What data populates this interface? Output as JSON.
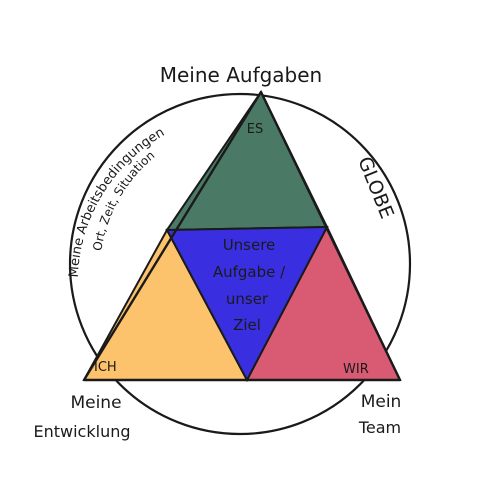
{
  "labels": {
    "top": "Meine Aufgaben",
    "top_corner": "ES",
    "right_arc": "GLOBE",
    "left_arc_line1": "Meine Arbeitsbedingungen",
    "left_arc_line2": "Ort, Zeit, Situation",
    "center_line1": "Unsere",
    "center_line2": "Aufgabe /",
    "center_line3": "unser",
    "center_line4": "Ziel",
    "left_corner": "ICH",
    "right_corner": "WIR",
    "bottom_left_line1": "Meine",
    "bottom_left_line2": "Entwicklung",
    "bottom_right_line1": "Mein",
    "bottom_right_line2": "Team"
  },
  "colors": {
    "es": "#4a7a66",
    "ich": "#fcc36c",
    "wir": "#d85b73",
    "center": "#3a2fe0",
    "stroke": "#1a1a1a",
    "background": "#ffffff"
  }
}
